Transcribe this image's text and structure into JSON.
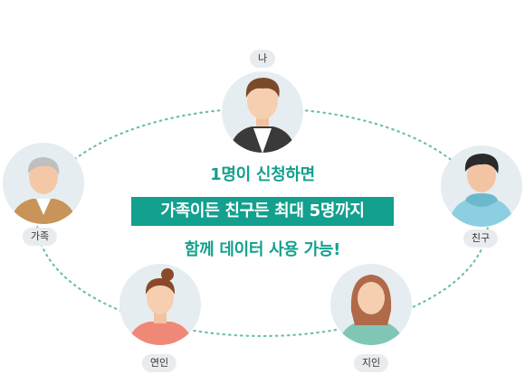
{
  "colors": {
    "accent": "#13a08e",
    "circle_bg": "#e6edf0",
    "tag_bg": "#e9ecef",
    "dotted_line": "#6fbfb0"
  },
  "people": [
    {
      "label": "나",
      "icon": "man-in-jacket-avatar"
    },
    {
      "label": "친구",
      "icon": "hoodie-friend-avatar"
    },
    {
      "label": "지인",
      "icon": "long-hair-woman-avatar"
    },
    {
      "label": "연인",
      "icon": "bun-hair-woman-avatar"
    },
    {
      "label": "가족",
      "icon": "grandfather-avatar"
    }
  ],
  "headline": {
    "line1": "1명이 신청하면",
    "line2": "가족이든 친구든 최대 5명까지",
    "line3": "함께 데이터 사용 가능!"
  }
}
